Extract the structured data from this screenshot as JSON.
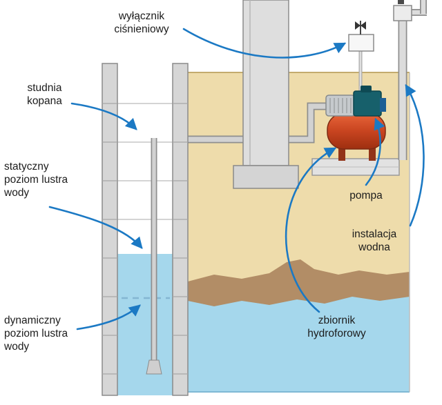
{
  "diagram": {
    "title": "well-and-hydrophore-installation-diagram",
    "labels": {
      "pressure_switch": "wyłącznik\nciśnieniowy",
      "dug_well": "studnia\nkopana",
      "static_water_level": "statyczny\npoziom lustra\nwody",
      "dynamic_water_level": "dynamiczny\npoziom lustra\nwody",
      "pump": "pompa",
      "water_installation": "instalacja\nwodna",
      "hydrophore_tank": "zbiornik\nhydroforowy"
    },
    "colors": {
      "background": "#ffffff",
      "arrow_blue": "#1b79c4",
      "sand": "#eedcab",
      "clay_layer": "#b28d66",
      "water_blue": "#a5d7ec",
      "structure_gray": "#dedede",
      "pipe_gray": "#d2d2d2",
      "tank_red": "#c84420",
      "pump_teal": "#17606b",
      "motor_silver": "#c6cacd",
      "text": "#1c1c1c"
    }
  }
}
